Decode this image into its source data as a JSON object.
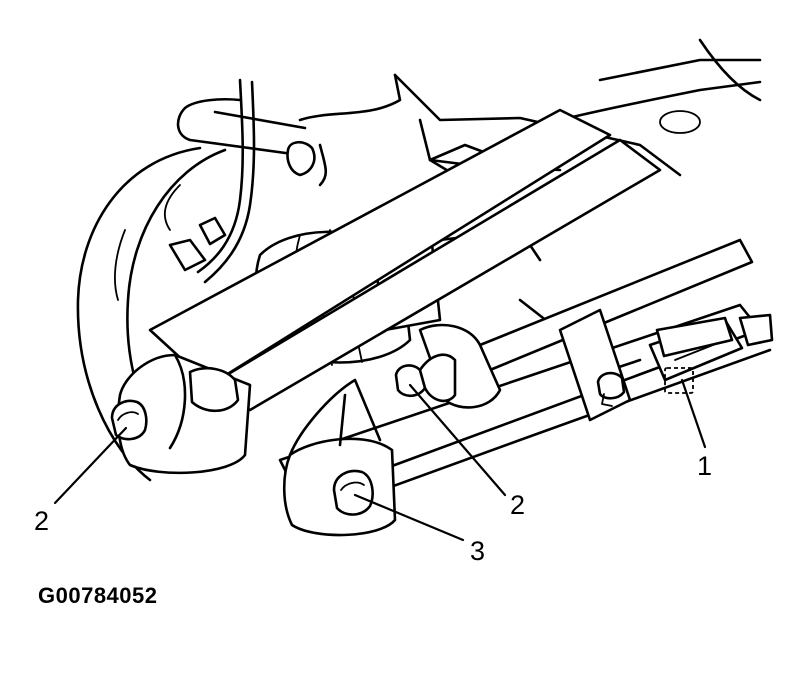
{
  "figure_id": "G00784052",
  "callouts": [
    {
      "id": "callout-1",
      "text": "1"
    },
    {
      "id": "callout-2-left",
      "text": "2"
    },
    {
      "id": "callout-2-center",
      "text": "2"
    },
    {
      "id": "callout-3",
      "text": "3"
    }
  ],
  "labels": {
    "callout_1": "1",
    "callout_2_left": "2",
    "callout_2_center": "2",
    "callout_3": "3"
  }
}
